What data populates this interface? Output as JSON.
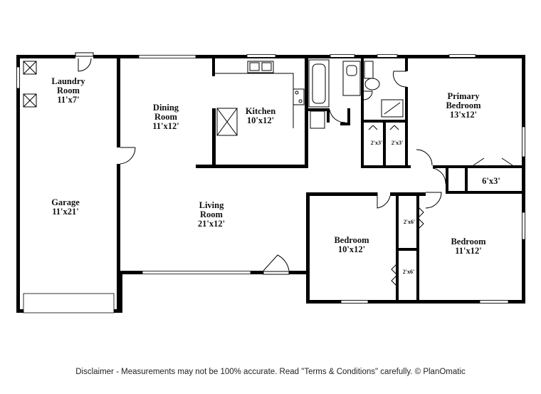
{
  "rooms": {
    "laundry": {
      "name_line1": "Laundry",
      "name_line2": "Room",
      "dims": "11'x7'"
    },
    "dining": {
      "name_line1": "Dining",
      "name_line2": "Room",
      "dims": "11'x12'"
    },
    "kitchen": {
      "name": "Kitchen",
      "dims": "10'x12'"
    },
    "primary_bedroom": {
      "name_line1": "Primary",
      "name_line2": "Bedroom",
      "dims": "13'x12'"
    },
    "garage": {
      "name": "Garage",
      "dims": "11'x21'"
    },
    "living": {
      "name_line1": "Living",
      "name_line2": "Room",
      "dims": "21'x12'"
    },
    "bedroom_left": {
      "name": "Bedroom",
      "dims": "10'x12'"
    },
    "bedroom_right": {
      "name": "Bedroom",
      "dims": "11'x12'"
    }
  },
  "closets": {
    "hall_closet_a": "2'x3'",
    "hall_closet_b": "2'x3'",
    "primary_closet": "6'x3'",
    "bedroom_closet_upper": "2'x6'",
    "bedroom_closet_lower": "2'x6'"
  },
  "disclaimer": "Disclaimer - Measurements may not be 100% accurate. Read \"Terms & Conditions\" carefully. © PlanOmatic"
}
